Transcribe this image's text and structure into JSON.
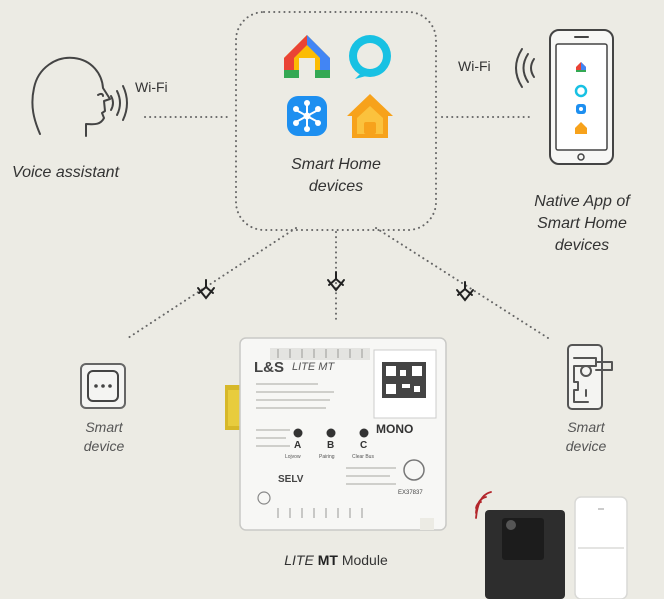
{
  "hub": {
    "label_line1": "Smart Home",
    "label_line2": "devices"
  },
  "voice": {
    "label": "Voice assistant",
    "wifi": "Wi-Fi"
  },
  "app": {
    "wifi": "Wi-Fi",
    "label_line1": "Native App of",
    "label_line2": "Smart Home",
    "label_line3": "devices"
  },
  "left_device": {
    "line1": "Smart",
    "line2": "device"
  },
  "right_device": {
    "line1": "Smart",
    "line2": "device"
  },
  "module": {
    "caption_prefix": "LITE ",
    "caption_bold": "MT",
    "caption_suffix": " Module",
    "brand": "L&S",
    "model": "LITE MT",
    "mono": "MONO",
    "btn_a": "A",
    "btn_b": "B",
    "btn_c": "C",
    "btn_a_label": "Lojvow",
    "btn_b_label": "Pairing",
    "btn_c_label": "Clear Bus",
    "selv": "SELV",
    "code": "EX37837"
  },
  "colors": {
    "background": "#ecebe4",
    "line": "#555555",
    "accent": "#b3262b"
  }
}
